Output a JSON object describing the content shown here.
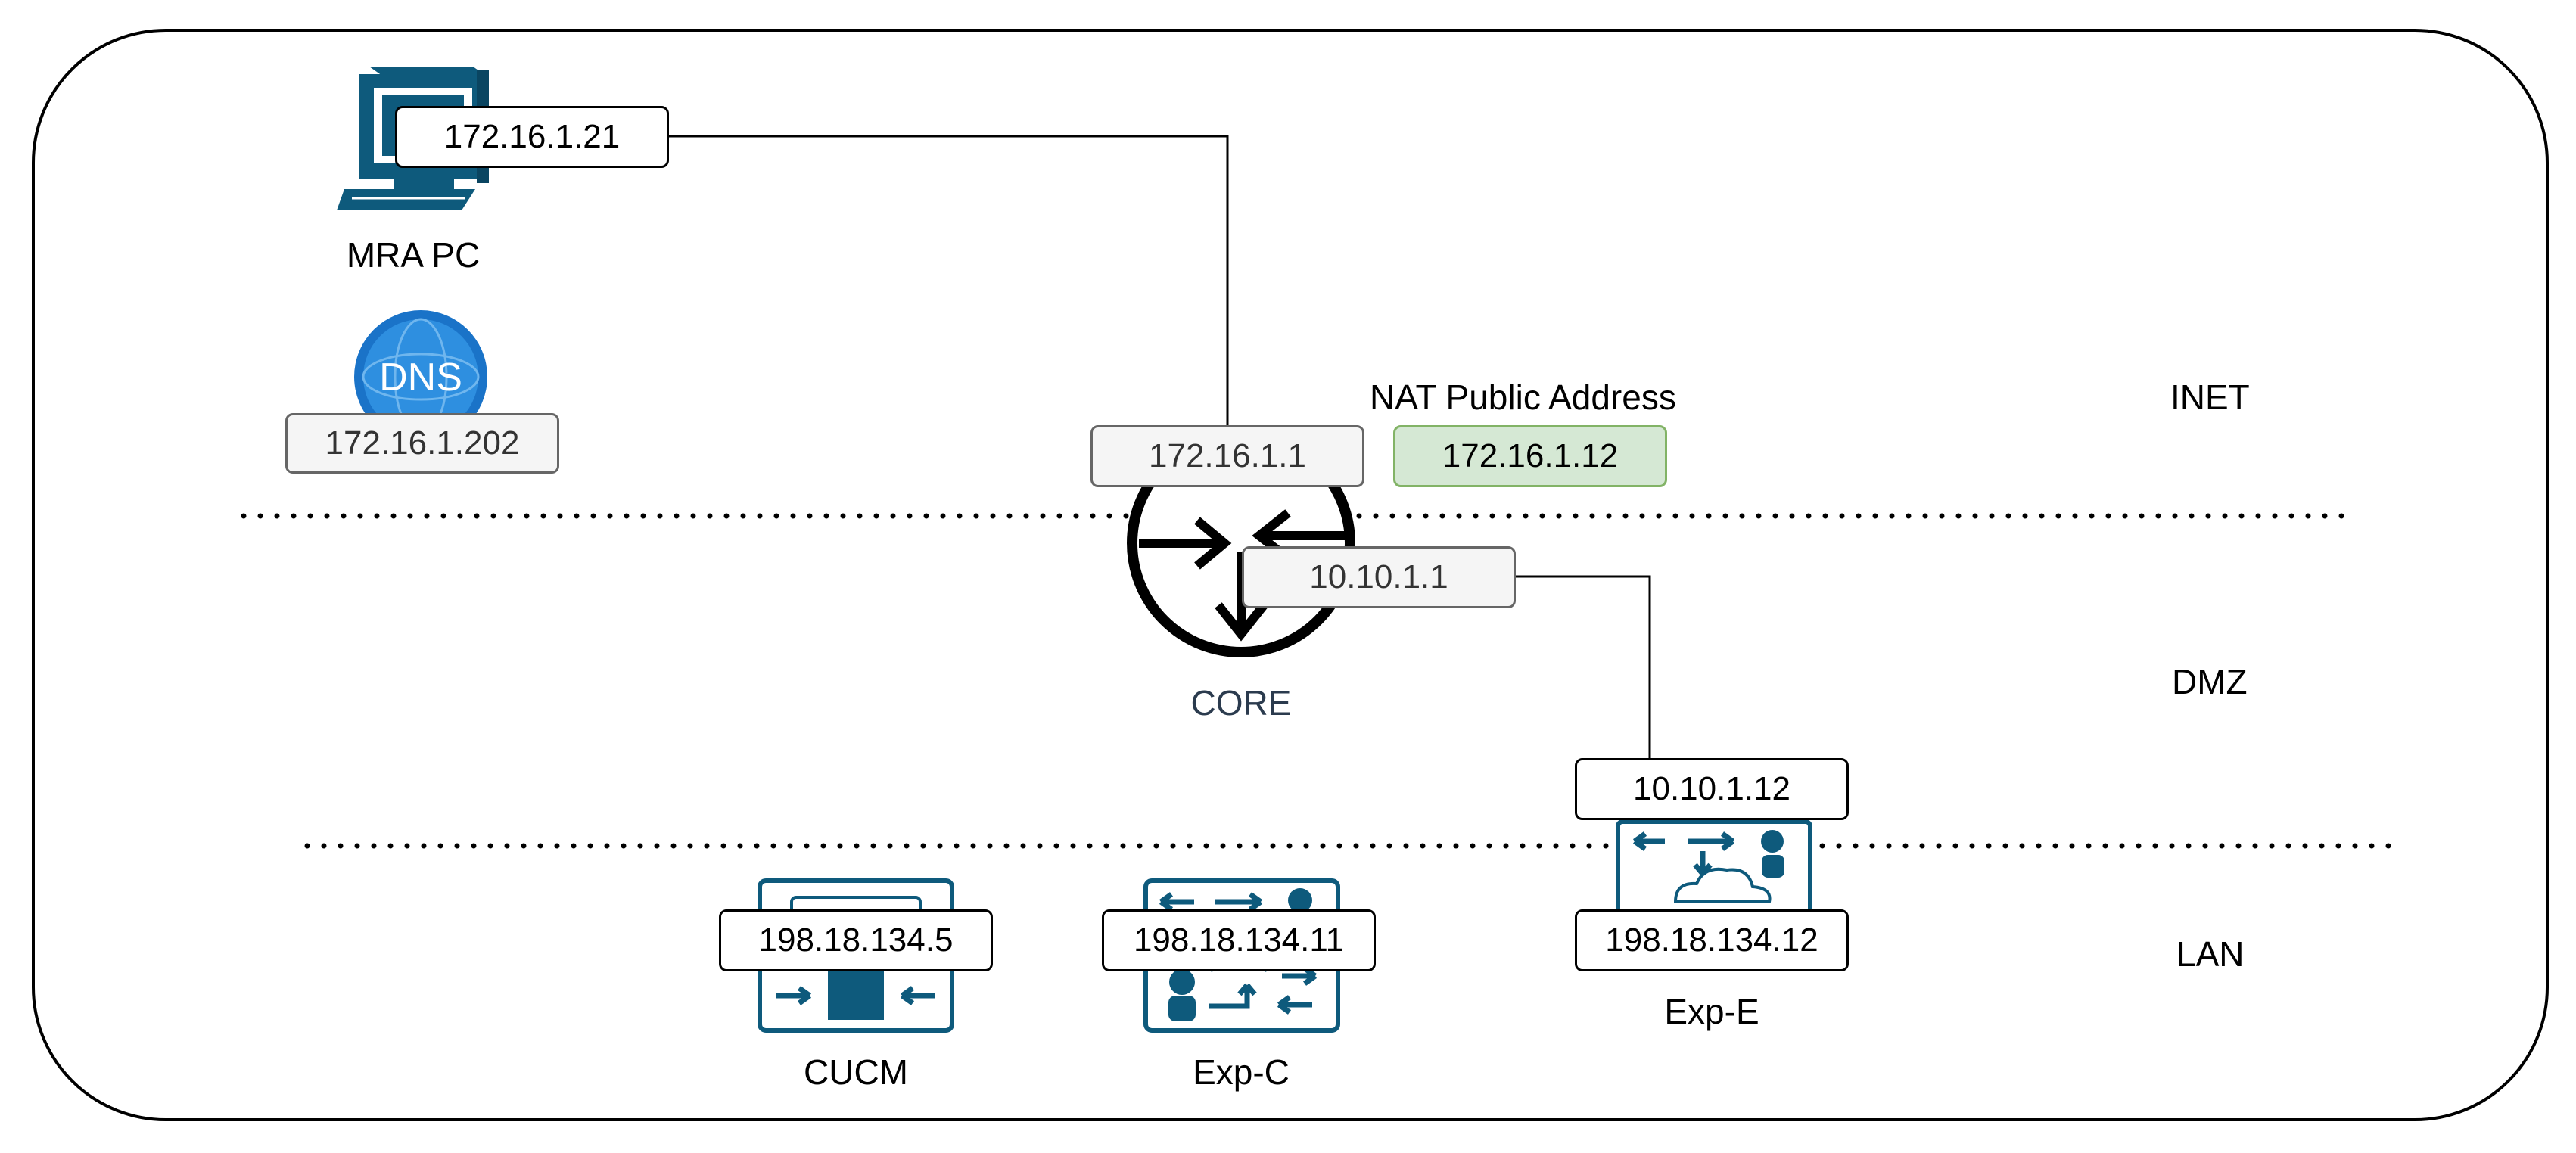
{
  "zones": {
    "inet": "INET",
    "dmz": "DMZ",
    "lan": "LAN"
  },
  "nodes": {
    "mra_pc": {
      "label": "MRA PC",
      "ip": "172.16.1.21",
      "icon": "workstation-icon"
    },
    "dns": {
      "icon_text": "DNS",
      "ip": "172.16.1.202",
      "icon": "dns-globe-icon"
    },
    "core": {
      "label": "CORE",
      "ip_outside": "172.16.1.1",
      "ip_inside": "10.10.1.1",
      "icon": "router-icon"
    },
    "nat": {
      "caption": "NAT Public Address",
      "ip": "172.16.1.12"
    },
    "exp_e": {
      "label": "Exp-E",
      "ip_outside": "10.10.1.12",
      "ip_inside": "198.18.134.12",
      "icon": "expressway-icon"
    },
    "exp_c": {
      "label": "Exp-C",
      "ip": "198.18.134.11",
      "icon": "expressway-icon"
    },
    "cucm": {
      "label": "CUCM",
      "ip": "198.18.134.5",
      "icon": "call-manager-icon"
    }
  },
  "colors": {
    "cisco_blue": "#0e5a7c",
    "nat_fill": "#d5e8d4",
    "nat_border": "#82b366",
    "grey_fill": "#f5f5f5"
  }
}
